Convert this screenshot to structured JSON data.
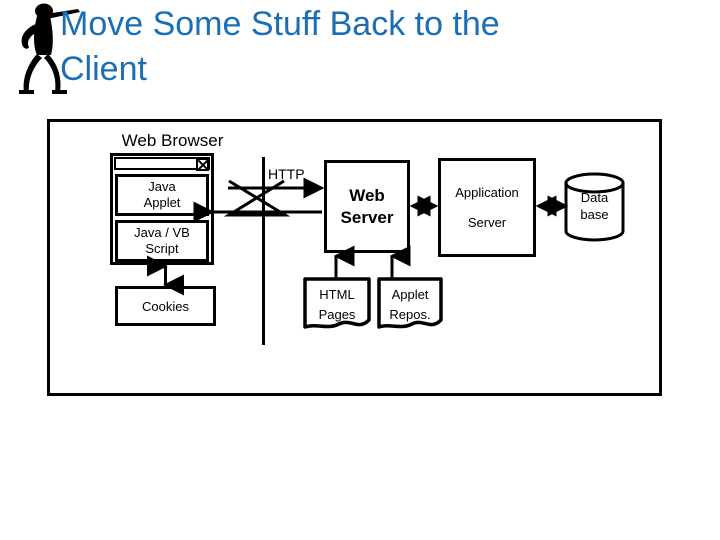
{
  "slide": {
    "title": "Move Some Stuff Back to the\nClient",
    "title_color": "#1C6EB4",
    "background": "#ffffff",
    "stroke_color": "#000000"
  },
  "decor": {
    "figure_name": "stick-figure-pointing"
  },
  "diagram": {
    "client_side": {
      "caption": "Web Browser",
      "window": {
        "titlebar_text": "",
        "close_button": "x"
      },
      "nodes": [
        {
          "id": "java-applet",
          "label_line1": "Java",
          "label_line2": "Applet"
        },
        {
          "id": "java-vbscript",
          "label_line1": "Java / VB",
          "label_line2": "Script"
        },
        {
          "id": "cookies",
          "label_line1": "Cookies",
          "label_line2": ""
        }
      ]
    },
    "network": {
      "protocol_label": "HTTP",
      "boundary": "vertical-line",
      "connector": "lightning-z-connector"
    },
    "server_side": {
      "nodes": [
        {
          "id": "web-server",
          "label_line1": "Web",
          "label_line2": "Server",
          "shape": "rect",
          "bold": true
        },
        {
          "id": "application-server",
          "label_line1": "Application",
          "label_line2": "Server",
          "shape": "rect",
          "bold": false
        },
        {
          "id": "database",
          "label_line1": "Data",
          "label_line2": "base",
          "shape": "cylinder",
          "bold": false
        }
      ],
      "stores": [
        {
          "id": "html-pages",
          "label_line1": "HTML",
          "label_line2": "Pages",
          "shape": "document"
        },
        {
          "id": "applet-repos",
          "label_line1": "Applet",
          "label_line2": "Repos.",
          "shape": "document"
        }
      ]
    },
    "connections": [
      {
        "from": "java-vbscript",
        "to": "cookies",
        "type": "double-arrow-vertical"
      },
      {
        "from": "web-browser",
        "to": "web-server",
        "type": "arrow-right",
        "label": "HTTP"
      },
      {
        "from": "web-server",
        "to": "web-browser",
        "type": "arrow-left"
      },
      {
        "from": "web-server",
        "to": "application-server",
        "type": "double-arrow-horizontal"
      },
      {
        "from": "application-server",
        "to": "database",
        "type": "double-arrow-horizontal"
      },
      {
        "from": "html-pages",
        "to": "web-server",
        "type": "arrow-up"
      },
      {
        "from": "applet-repos",
        "to": "web-server",
        "type": "arrow-up"
      }
    ]
  }
}
